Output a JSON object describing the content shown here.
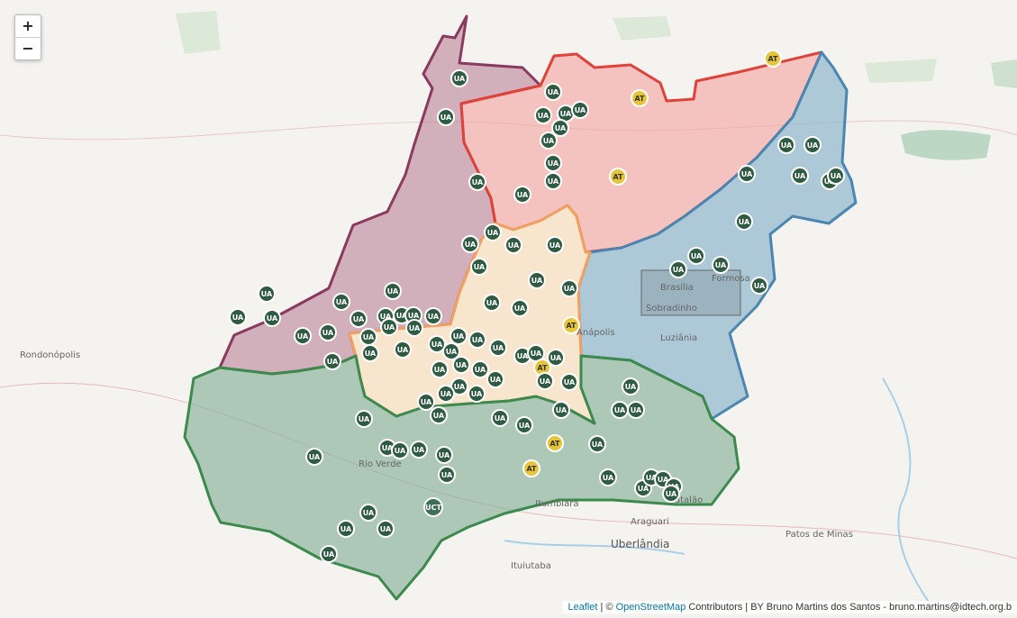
{
  "zoom": {
    "in": "+",
    "out": "−"
  },
  "attribution": {
    "leaflet": "Leaflet",
    "sep1": " | © ",
    "osm": "OpenStreetMap",
    "rest": " Contributors | BY Bruno Martins dos Santos - bruno.martins@idtech.org.b"
  },
  "cities": [
    "Rondonópolis",
    "Brasília",
    "Sobradinho",
    "Formosa",
    "Luziânia",
    "Anápolis",
    "Rio Verde",
    "Itumbiara",
    "Araguari",
    "Uberlândia",
    "Patos de Minas",
    "Ituiutaba",
    "Catalão"
  ],
  "regions": [
    {
      "name": "northwest",
      "fill": "#b7788f",
      "stroke": "#8a3a5e"
    },
    {
      "name": "north",
      "fill": "#f3a3a0",
      "stroke": "#e0423a"
    },
    {
      "name": "northeast",
      "fill": "#8fb6cf",
      "stroke": "#4b86b0"
    },
    {
      "name": "center",
      "fill": "#f7e2c4",
      "stroke": "#f0a060"
    },
    {
      "name": "south",
      "fill": "#8fb5a0",
      "stroke": "#3d8a4e"
    }
  ],
  "marker_types": {
    "UA": {
      "label": "UA",
      "fill": "#2f5b43"
    },
    "AT": {
      "label": "AT",
      "fill": "#e6c53a"
    },
    "UCT": {
      "label": "UCT",
      "fill": "#3f6f59"
    }
  }
}
